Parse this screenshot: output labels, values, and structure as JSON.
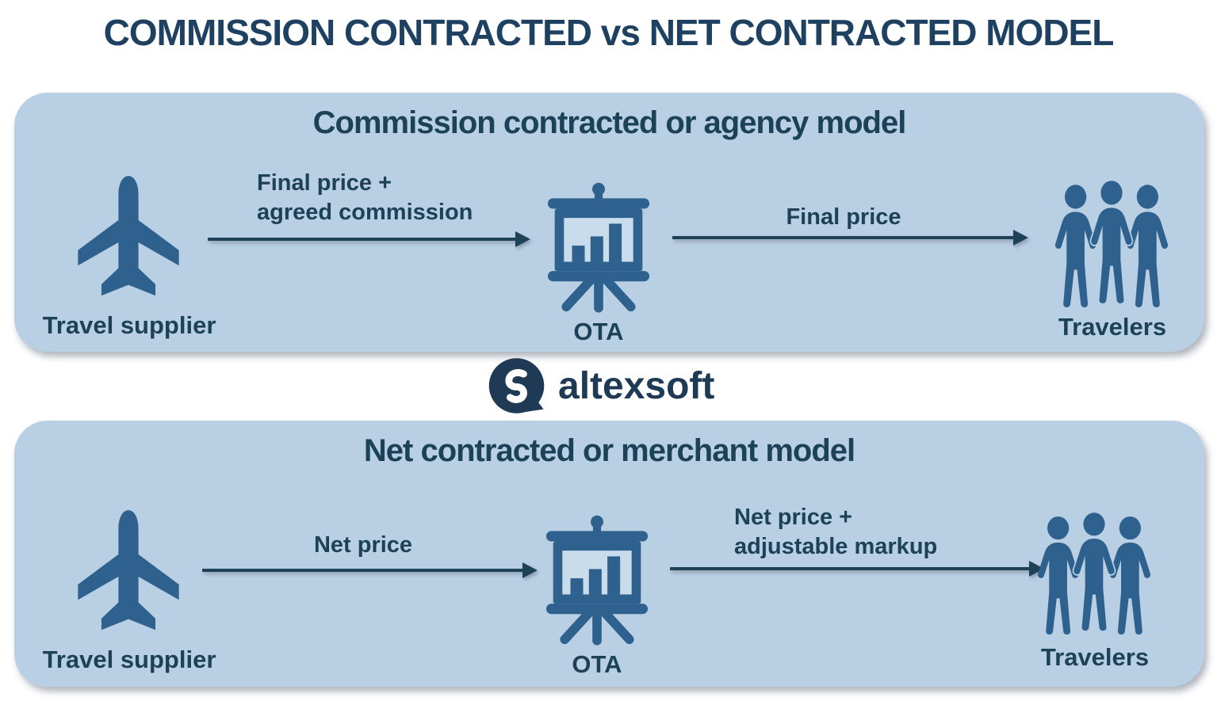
{
  "title": "COMMISSION CONTRACTED vs NET CONTRACTED MODEL",
  "logo": {
    "text": "altexsoft",
    "icon": "altexsoft-speech-bubble-s-icon"
  },
  "colors": {
    "panel_bg": "#b8cfe4",
    "icon_blue": "#2f618e",
    "board_interior": "#c8dcec",
    "text_navy": "#1d4257",
    "title_navy": "#1e4161",
    "logo_navy": "#1e3a54"
  },
  "panels": [
    {
      "heading": "Commission contracted or agency model",
      "supplier_label": "Travel supplier",
      "ota_label": "OTA",
      "travelers_label": "Travelers",
      "arrow1": {
        "line1": "Final price +",
        "line2": "agreed commission"
      },
      "arrow2": {
        "line1": "Final price"
      }
    },
    {
      "heading": "Net contracted or merchant model",
      "supplier_label": "Travel supplier",
      "ota_label": "OTA",
      "travelers_label": "Travelers",
      "arrow1": {
        "line1": "Net price"
      },
      "arrow2": {
        "line1": "Net price +",
        "line2": "adjustable markup"
      }
    }
  ],
  "icons": [
    "airplane-icon",
    "presentation-board-chart-icon",
    "travelers-group-icon"
  ]
}
